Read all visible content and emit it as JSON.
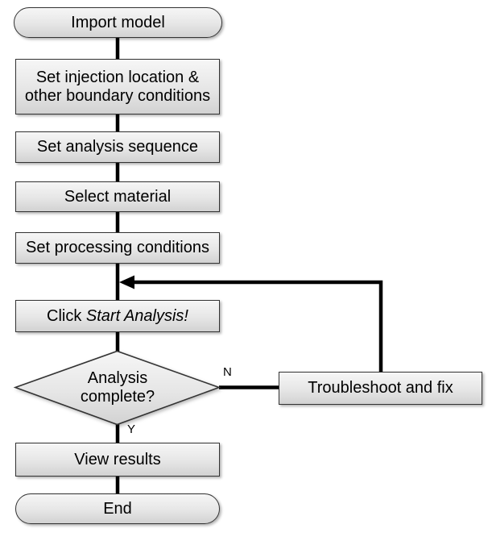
{
  "colors": {
    "fill_top": "#f6f6f6",
    "fill_bottom": "#d2d2d2",
    "border": "#333333",
    "line": "#000000",
    "text": "#000000"
  },
  "nodes": {
    "start": {
      "label": "Import model"
    },
    "set_injection": {
      "label": "Set injection location & other boundary conditions"
    },
    "set_sequence": {
      "label": "Set analysis sequence"
    },
    "select_material": {
      "label": "Select material"
    },
    "set_processing": {
      "label": "Set processing conditions"
    },
    "click_start": {
      "label_prefix": "Click ",
      "label_italic": "Start Analysis!"
    },
    "decision": {
      "label": "Analysis complete?"
    },
    "troubleshoot": {
      "label": "Troubleshoot and fix"
    },
    "view_results": {
      "label": "View results"
    },
    "end": {
      "label": "End"
    }
  },
  "branch_labels": {
    "no": "N",
    "yes": "Y"
  }
}
